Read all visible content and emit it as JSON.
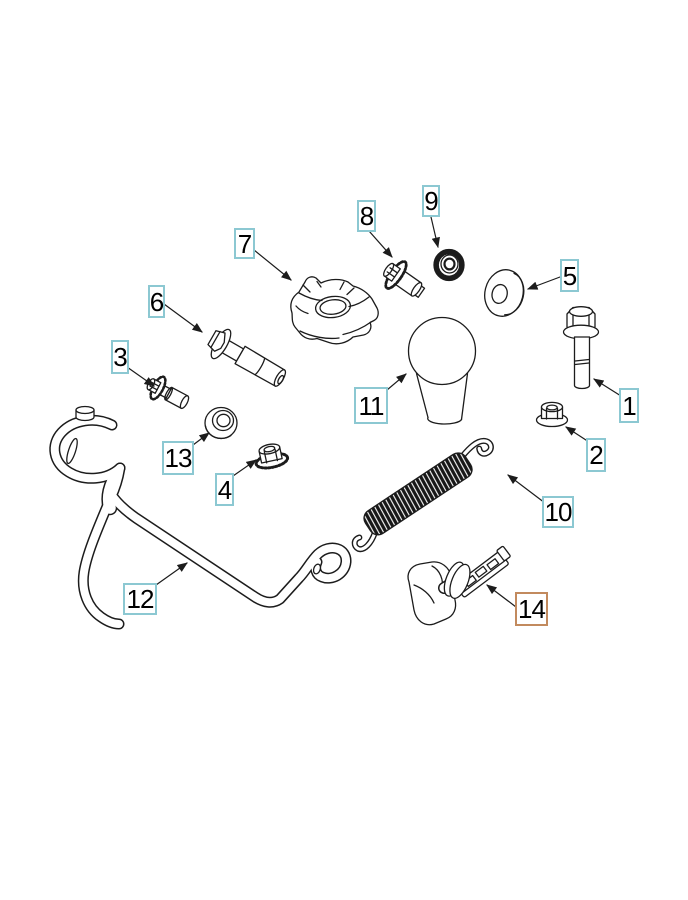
{
  "diagram": {
    "kind": "exploded-parts-diagram",
    "colors": {
      "background": "#ffffff",
      "line_art": "#1c1c1c",
      "callout_border": "#8cc8d2",
      "callout_highlight_border": "#c28a5e"
    },
    "callouts": [
      {
        "label": "1",
        "highlighted": false
      },
      {
        "label": "2",
        "highlighted": false
      },
      {
        "label": "3",
        "highlighted": false
      },
      {
        "label": "4",
        "highlighted": false
      },
      {
        "label": "5",
        "highlighted": false
      },
      {
        "label": "6",
        "highlighted": false
      },
      {
        "label": "7",
        "highlighted": false
      },
      {
        "label": "8",
        "highlighted": false
      },
      {
        "label": "9",
        "highlighted": false
      },
      {
        "label": "10",
        "highlighted": false
      },
      {
        "label": "11",
        "highlighted": false
      },
      {
        "label": "12",
        "highlighted": false
      },
      {
        "label": "13",
        "highlighted": false
      },
      {
        "label": "14",
        "highlighted": true
      }
    ]
  }
}
